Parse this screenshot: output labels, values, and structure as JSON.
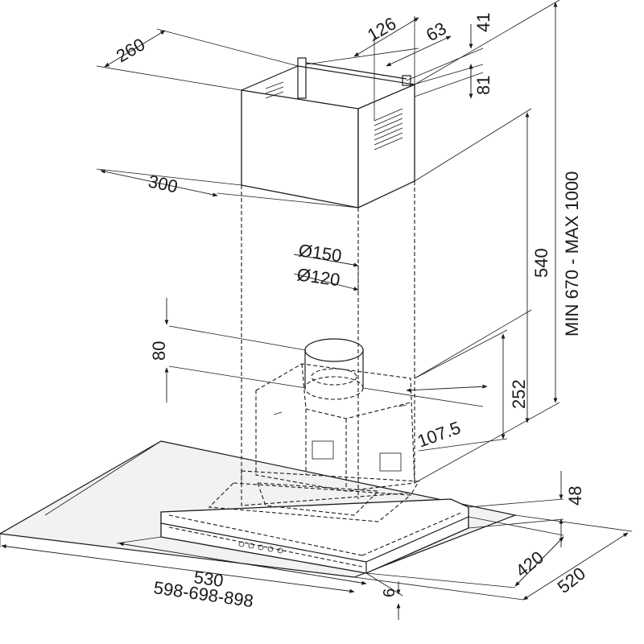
{
  "dimensions": {
    "chimney_depth": "260",
    "chimney_width": "300",
    "bracket_offset_126": "126",
    "bracket_offset_63": "63",
    "bracket_41": "41",
    "bracket_81": "81",
    "height_range": "MIN 670 - MAX 1000",
    "chimney_height": "540",
    "duct_outer": "Ø150",
    "duct_inner": "Ø120",
    "collar_height": "80",
    "motor_height": "252",
    "outlet_offset": "107.5",
    "glass_height": "48",
    "body_depth": "420",
    "glass_depth": "520",
    "body_width": "530",
    "glass_widths": "598-698-898",
    "glass_thickness": "6"
  }
}
